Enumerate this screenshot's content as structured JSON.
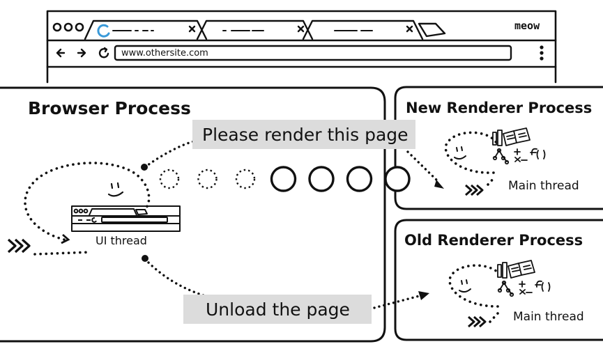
{
  "browser": {
    "brand": "meow",
    "url": "www.othersite.com"
  },
  "browser_process": {
    "title": "Browser Process",
    "thread_label": "UI thread"
  },
  "messages": {
    "render": "Please render this page",
    "unload": "Unload the page"
  },
  "new_renderer": {
    "title": "New Renderer Process",
    "thread_label": "Main thread"
  },
  "old_renderer": {
    "title": "Old Renderer Process",
    "thread_label": "Main thread"
  },
  "loading_indicator": {
    "total_steps": 7,
    "completed_steps": 3
  }
}
